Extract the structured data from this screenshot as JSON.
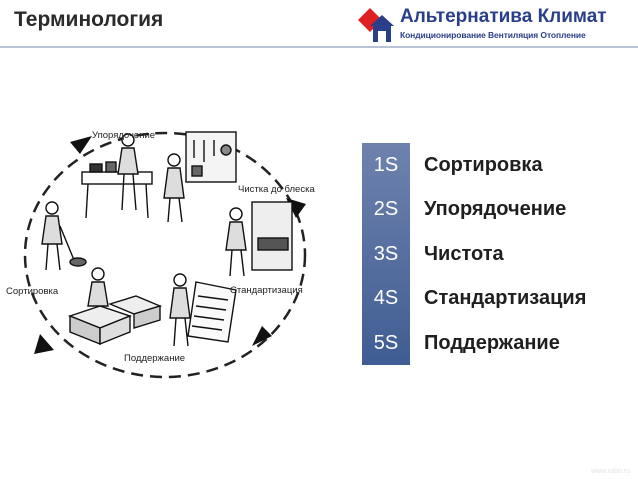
{
  "header": {
    "title": "Терминология",
    "logo": {
      "name": "Альтернатива Климат",
      "tagline": "Кондиционирование Вентиляция Отопление",
      "colors": {
        "red": "#e02020",
        "blue": "#2a3f8a"
      }
    }
  },
  "cycle": {
    "labels": {
      "top": "Упорядочение",
      "right_top": "Чистка до блеска",
      "right": "Стандартизация",
      "bottom": "Поддержание",
      "left": "Сортировка"
    }
  },
  "steps": [
    {
      "num": "1S",
      "name": "Сортировка"
    },
    {
      "num": "2S",
      "name": "Упорядочение"
    },
    {
      "num": "3S",
      "name": "Чистота"
    },
    {
      "num": "4S",
      "name": "Стандартизация"
    },
    {
      "num": "5S",
      "name": "Поддержание"
    }
  ],
  "footer": {
    "url": "www.rabo.ru"
  },
  "colors": {
    "accent_bar": "#4a6399",
    "text": "#1f1f1f"
  }
}
